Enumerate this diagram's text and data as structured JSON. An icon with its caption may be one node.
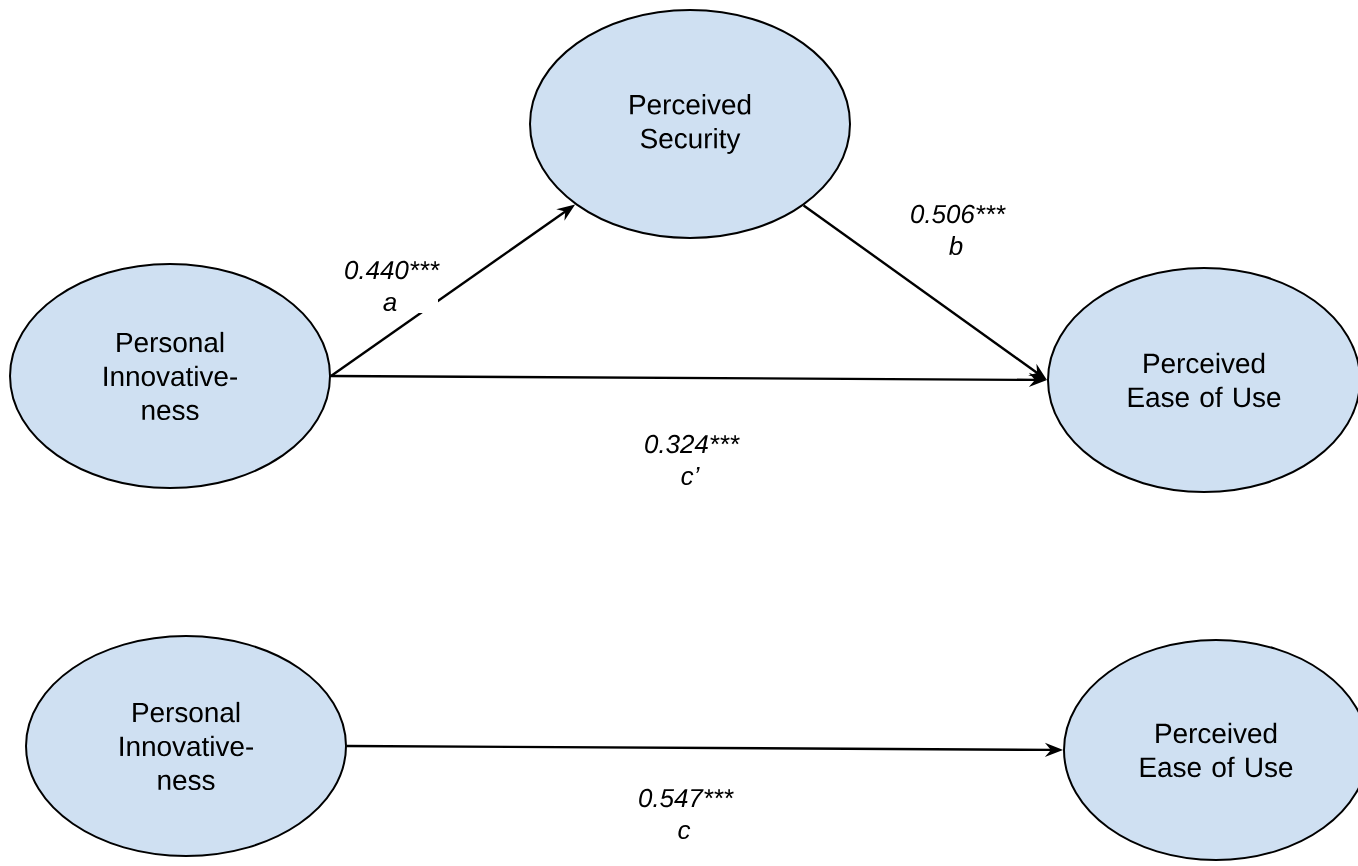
{
  "diagram": {
    "nodes": [
      {
        "text": [
          "Personal Innovative- ness"
        ]
      },
      {
        "text": [
          "Perceived Security"
        ]
      },
      {
        "text": [
          "Perceived Ease of Use"
        ]
      },
      {
        "text": [
          "Personal Innovative- ness"
        ]
      },
      {
        "text": [
          "Perceived Ease of Use"
        ]
      }
    ],
    "edges": [
      {
        "from": 0,
        "to": 1,
        "arrow": "to",
        "label": "0.440*** a"
      },
      {
        "from": 1,
        "to": 2,
        "arrow": "to",
        "label": "0.506*** b"
      },
      {
        "from": 0,
        "to": 2,
        "arrow": "to",
        "label": "0.324*** c’"
      },
      {
        "from": 3,
        "to": 4,
        "arrow": "to",
        "label": "0.547*** c"
      }
    ]
  }
}
